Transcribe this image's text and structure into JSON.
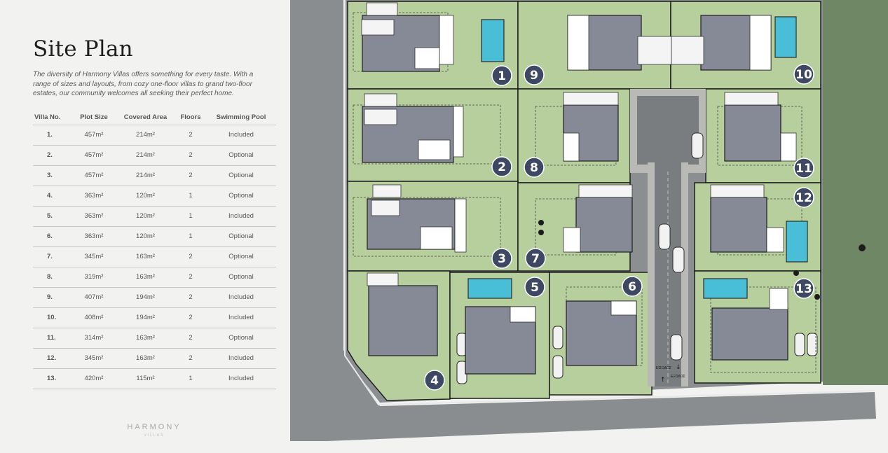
{
  "page": {
    "title": "Site Plan",
    "intro": "The diversity of Harmony Villas offers something for every taste. With a range of sizes and layouts, from cozy one-floor villas to grand two-floor estates, our community welcomes all seeking their perfect home."
  },
  "table": {
    "headers": [
      "Villa No.",
      "Plot Size",
      "Covered Area",
      "Floors",
      "Swimming Pool"
    ],
    "rows": [
      [
        "1.",
        "457m²",
        "214m²",
        "2",
        "Included"
      ],
      [
        "2.",
        "457m²",
        "214m²",
        "2",
        "Optional"
      ],
      [
        "3.",
        "457m²",
        "214m²",
        "2",
        "Optional"
      ],
      [
        "4.",
        "363m²",
        "120m²",
        "1",
        "Optional"
      ],
      [
        "5.",
        "363m²",
        "120m²",
        "1",
        "Included"
      ],
      [
        "6.",
        "363m²",
        "120m²",
        "1",
        "Optional"
      ],
      [
        "7.",
        "345m²",
        "163m²",
        "2",
        "Optional"
      ],
      [
        "8.",
        "319m²",
        "163m²",
        "2",
        "Optional"
      ],
      [
        "9.",
        "407m²",
        "194m²",
        "2",
        "Included"
      ],
      [
        "10.",
        "408m²",
        "194m²",
        "2",
        "Included"
      ],
      [
        "11.",
        "314m²",
        "163m²",
        "2",
        "Optional"
      ],
      [
        "12.",
        "345m²",
        "163m²",
        "2",
        "Included"
      ],
      [
        "13.",
        "420m²",
        "115m²",
        "1",
        "Included"
      ]
    ]
  },
  "brand": {
    "name": "HARMONY",
    "sub": "VILLAS"
  },
  "map": {
    "colors": {
      "plot": "#b7cf9d",
      "road": "#7a7d80",
      "house": "#858a96",
      "badge": "#3e4863",
      "pool": "#48bfd6",
      "lawn": "#6f8764"
    },
    "road_labels": [
      "ΕΙΣΟΔΟΣ",
      "ΕΞΟΔΟΣ"
    ],
    "plot_labels": [
      "1",
      "2",
      "3",
      "4",
      "5",
      "6",
      "7",
      "8",
      "9",
      "10",
      "11",
      "12",
      "13"
    ]
  }
}
